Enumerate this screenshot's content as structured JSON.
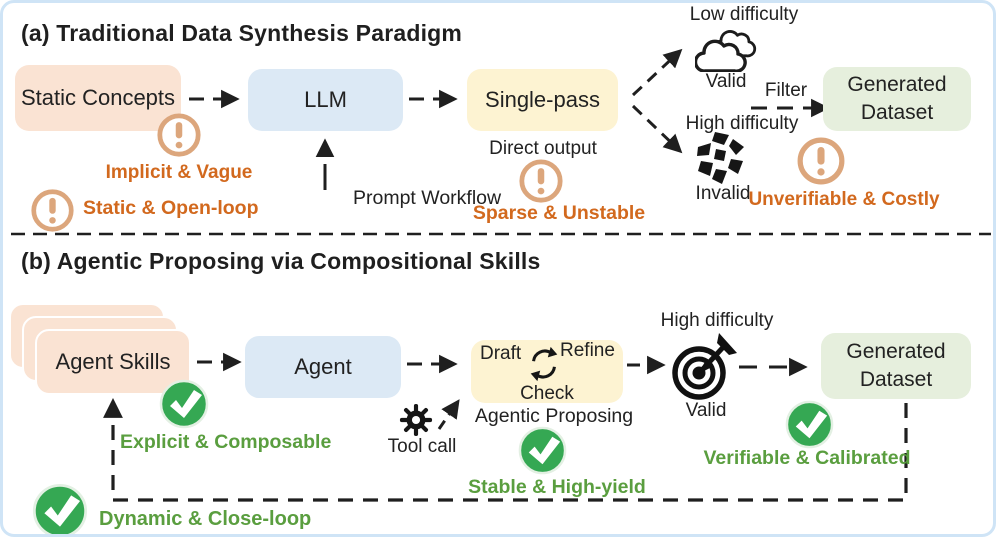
{
  "figure": {
    "section_a": {
      "title": "(a) Traditional Data Synthesis Paradigm",
      "nodes": {
        "static_concepts": "Static Concepts",
        "llm": "LLM",
        "single_pass": "Single-pass",
        "generated_dataset": "Generated Dataset"
      },
      "labels": {
        "prompt_workflow": "Prompt Workflow",
        "direct_output": "Direct output",
        "low_difficulty": "Low difficulty",
        "valid": "Valid",
        "filter": "Filter",
        "high_difficulty": "High difficulty",
        "invalid": "Invalid"
      },
      "issues": {
        "implicit_vague": "Implicit & Vague",
        "static_open_loop": "Static & Open-loop",
        "sparse_unstable": "Sparse & Unstable",
        "unverifiable_costly": "Unverifiable & Costly"
      }
    },
    "section_b": {
      "title": "(b) Agentic Proposing via Compositional Skills",
      "nodes": {
        "agent_skills": "Agent Skills",
        "agent": "Agent",
        "loop_draft": "Draft",
        "loop_refine": "Refine",
        "loop_check": "Check",
        "generated_dataset": "Generated Dataset"
      },
      "labels": {
        "tool_call": "Tool call",
        "agentic_proposing": "Agentic Proposing",
        "high_difficulty": "High difficulty",
        "valid": "Valid"
      },
      "strengths": {
        "explicit_composable": "Explicit & Composable",
        "dynamic_close_loop": "Dynamic & Close-loop",
        "stable_high_yield": "Stable & High-yield",
        "verifiable_calibrated": "Verifiable & Calibrated"
      }
    },
    "colors": {
      "node_peach": "#fae3d3",
      "node_blue": "#dce9f5",
      "node_yellow": "#fdf3d2",
      "node_green": "#e6efdd",
      "warning_icon": "#dca67c",
      "issue_text": "#d2691e",
      "strength_text": "#5a9e3f",
      "check_circle": "#35a853",
      "frame_border": "#cfe4f6",
      "ink": "#1f1f1f"
    },
    "icons": {
      "warning": "exclamation-circle",
      "strength": "check-circle",
      "valid_low": "cloud-cluster",
      "invalid_high": "shattered-pieces",
      "valid_high": "dart-target",
      "tool": "gear",
      "loop": "cycle-arrows"
    }
  }
}
